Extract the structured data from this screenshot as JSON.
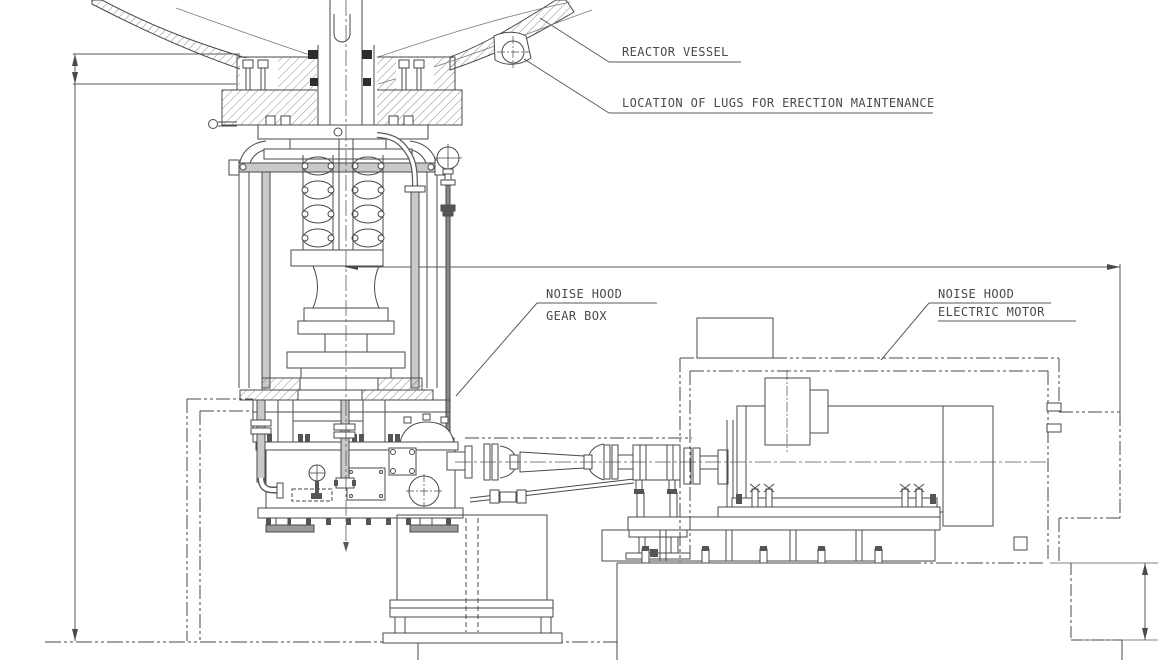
{
  "drawing": {
    "background": "#ffffff",
    "line_color": "#4a4a4a",
    "labels": {
      "reactor_vessel": "REACTOR VESSEL",
      "erection_lugs": "LOCATION OF LUGS FOR ERECTION MAINTENANCE",
      "gearbox_hood_line1": "NOISE HOOD",
      "gearbox_hood_line2": "GEAR BOX",
      "motor_hood_line1": "NOISE HOOD",
      "motor_hood_line2": "ELECTRIC MOTOR"
    }
  }
}
